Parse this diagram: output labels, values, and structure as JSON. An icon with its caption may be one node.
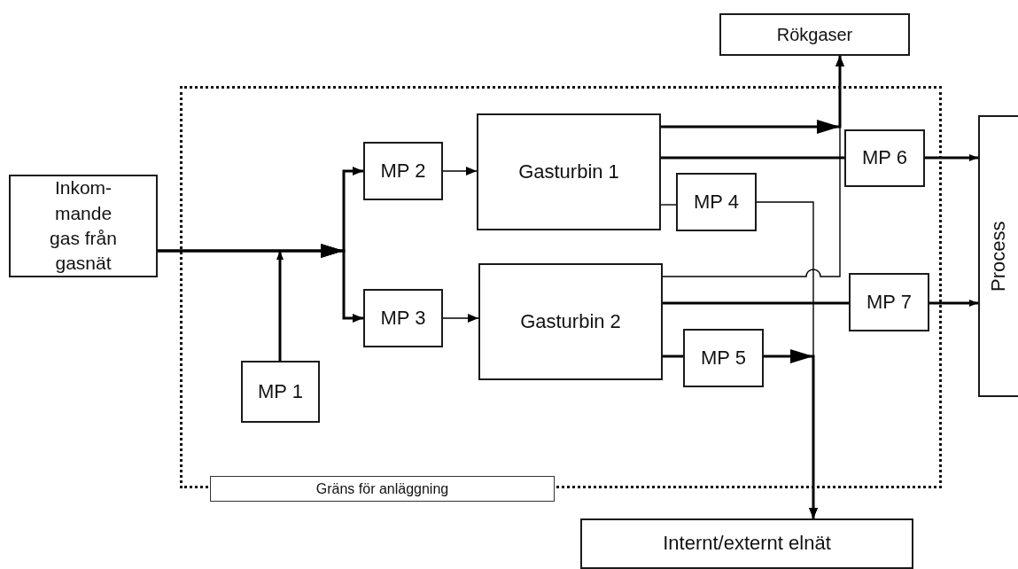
{
  "diagram": {
    "nodes": [
      {
        "text": [
          "Inkom-mande gas från gasnät"
        ]
      },
      {
        "text": [
          "Gräns för anläggning"
        ]
      },
      {
        "text": [
          "MP 1"
        ],
        "in": 1
      },
      {
        "text": [
          "MP 2"
        ],
        "in": 1
      },
      {
        "text": [
          "MP 3"
        ],
        "in": 1
      },
      {
        "text": [
          "Gasturbin 1"
        ],
        "in": 1
      },
      {
        "text": [
          "Gasturbin 2"
        ],
        "in": 1
      },
      {
        "text": [
          "MP 4"
        ],
        "in": 1
      },
      {
        "text": [
          "MP 5"
        ],
        "in": 1
      },
      {
        "text": [
          "MP 6"
        ],
        "in": 1
      },
      {
        "text": [
          "MP 7"
        ],
        "in": 1
      },
      {
        "text": [
          "Rökgaser"
        ]
      },
      {
        "text": [
          "Process"
        ]
      },
      {
        "text": [
          "Internt/externt elnät"
        ]
      }
    ],
    "edges": [
      {
        "from": 0,
        "to": 3,
        "arrow": "to"
      },
      {
        "from": 0,
        "to": 4,
        "arrow": "to"
      },
      {
        "from": 2,
        "to": null,
        "arrow": "to"
      },
      {
        "from": 3,
        "to": 5,
        "arrow": "to"
      },
      {
        "from": 4,
        "to": 6,
        "arrow": "to"
      },
      {
        "from": 5,
        "to": 11,
        "arrow": "to"
      },
      {
        "from": 6,
        "to": 11,
        "arrow": "to"
      },
      {
        "from": 5,
        "to": 9,
        "arrow": "none"
      },
      {
        "from": 9,
        "to": 12,
        "arrow": "to"
      },
      {
        "from": 5,
        "to": 7,
        "arrow": "none"
      },
      {
        "from": 7,
        "to": 13,
        "arrow": "to"
      },
      {
        "from": 6,
        "to": 10,
        "arrow": "none"
      },
      {
        "from": 10,
        "to": 12,
        "arrow": "to"
      },
      {
        "from": 6,
        "to": 8,
        "arrow": "none"
      },
      {
        "from": 8,
        "to": 13,
        "arrow": "to"
      }
    ]
  }
}
